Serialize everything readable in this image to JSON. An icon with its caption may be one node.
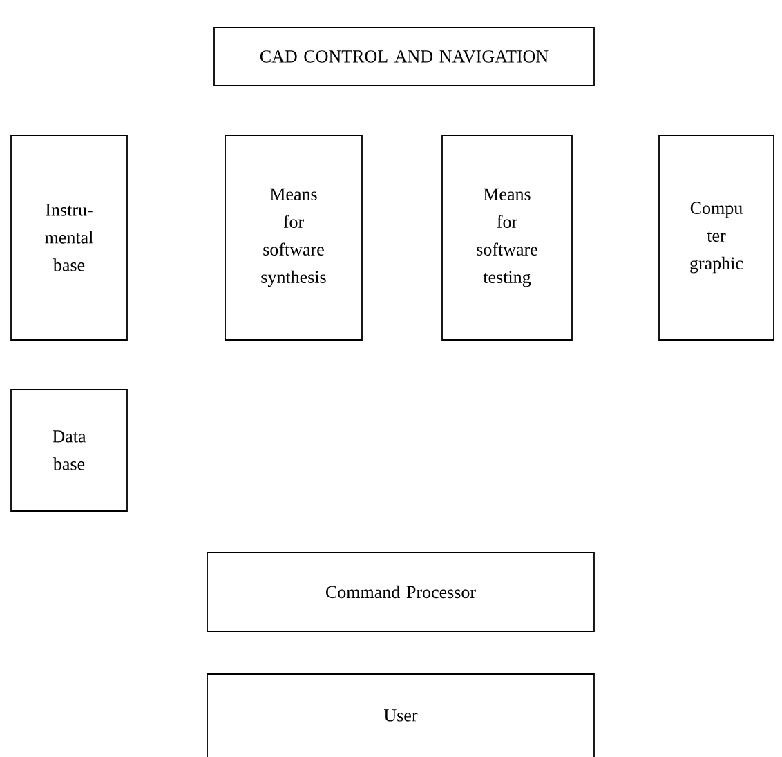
{
  "diagram": {
    "nodes": [
      {
        "text": [
          "CAD CONTROL AND NAVIGATION"
        ]
      },
      {
        "text": [
          "Instru- mental base"
        ]
      },
      {
        "text": [
          "Means for software synthesis"
        ]
      },
      {
        "text": [
          "Means for software testing"
        ]
      },
      {
        "text": [
          "Compu ter graphic"
        ]
      },
      {
        "text": [
          "Data base"
        ]
      },
      {
        "text": [
          "Command Processor"
        ]
      },
      {
        "text": [
          "User"
        ]
      }
    ]
  }
}
